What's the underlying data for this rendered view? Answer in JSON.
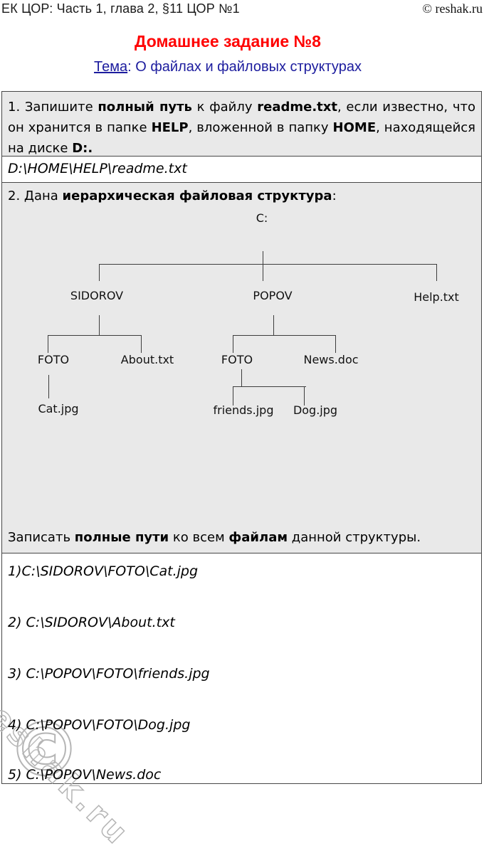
{
  "header": {
    "left": "ЕК ЦОР: Часть 1, глава 2, §11 ЦОР №1",
    "right": "© reshak.ru"
  },
  "title": "Домашнее задание №8",
  "subtitle": {
    "label": "Тема",
    "rest": ": О файлах и файловых структурах"
  },
  "colors": {
    "title_red": "#ff0000",
    "subtitle_blue": "#1c1c9e",
    "row_gray": "#e9e9e9",
    "border": "#474747"
  },
  "task1": {
    "runs": [
      "1. Запишите ",
      "полный путь",
      " к файлу ",
      "readme.txt",
      ", если известно, что он хранится в папке ",
      "HELP",
      ", вложенной в папку ",
      "HOME",
      ", находящейся на диске ",
      "D:."
    ],
    "answer": "D:\\HOME\\HELP\\readme.txt"
  },
  "task2": {
    "head_runs": [
      "2. Дана ",
      "иерархическая файловая структура",
      ":"
    ],
    "foot_runs": [
      "Записать ",
      "полные пути",
      " ко всем ",
      "файлам",
      " данной структуры."
    ]
  },
  "tree": {
    "root": "C:",
    "sidorov": "SIDOROV",
    "popov": "POPOV",
    "help": "Help.txt",
    "foto1": "FOTO",
    "about": "About.txt",
    "foto2": "FOTO",
    "news": "News.doc",
    "cat": "Cat.jpg",
    "friends": "friends.jpg",
    "dog": "Dog.jpg"
  },
  "answers": [
    "1)C:\\SIDOROV\\FOTO\\Cat.jpg",
    "2) C:\\SIDOROV\\About.txt",
    "3) C:\\POPOV\\FOTO\\friends.jpg",
    "4) C:\\POPOV\\FOTO\\Dog.jpg",
    "5) C:\\POPOV\\News.doc"
  ],
  "watermark": {
    "text": "reshak.ru",
    "symbol": "©"
  }
}
